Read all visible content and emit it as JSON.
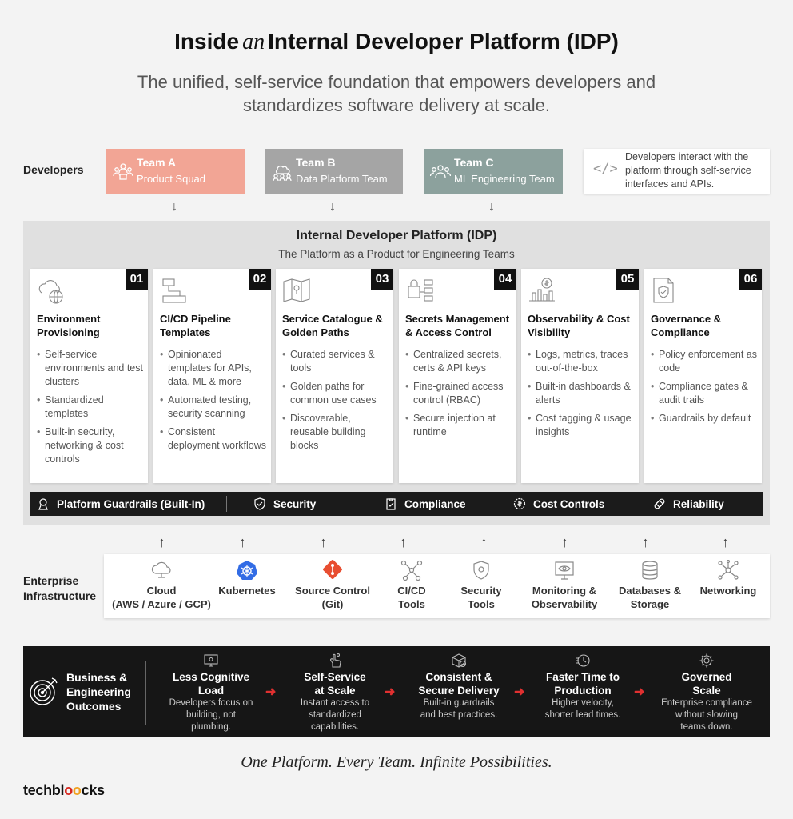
{
  "header": {
    "title_prefix": "Inside",
    "title_italic": "an",
    "title_suffix": "Internal Developer Platform (IDP)",
    "subtitle": "The unified, self-service foundation that empowers developers and standardizes software delivery at scale."
  },
  "developers": {
    "label": "Developers",
    "teams": [
      {
        "name": "Team A",
        "desc": "Product Squad",
        "icon": "team-icon",
        "color": "#f2a595"
      },
      {
        "name": "Team B",
        "desc": "Data Platform Team",
        "icon": "cloud-team-icon",
        "color": "#a5a5a5"
      },
      {
        "name": "Team C",
        "desc": "ML Engineering Team",
        "icon": "ml-team-icon",
        "color": "#8ca19d"
      }
    ],
    "note": "Developers interact with the platform through self-service interfaces and APIs.",
    "note_icon": "code-icon"
  },
  "platform": {
    "title": "Internal Developer Platform (IDP)",
    "subtitle": "The Platform as a Product for Engineering Teams",
    "cards": [
      {
        "num": "01",
        "icon": "cloud-globe-icon",
        "title": "Environment Provisioning",
        "bullets": [
          "Self-service environments and test clusters",
          "Standardized templates",
          "Built-in security, networking & cost controls"
        ]
      },
      {
        "num": "02",
        "icon": "pipeline-icon",
        "title": "CI/CD Pipeline Templates",
        "bullets": [
          "Opinionated templates for APIs, data, ML & more",
          "Automated testing, security scanning",
          "Consistent deployment workflows"
        ]
      },
      {
        "num": "03",
        "icon": "map-icon",
        "title": "Service Catalogue & Golden Paths",
        "bullets": [
          "Curated services & tools",
          "Golden paths for common use cases",
          "Discoverable, reusable building blocks"
        ]
      },
      {
        "num": "04",
        "icon": "lock-server-icon",
        "title": "Secrets Management & Access Control",
        "bullets": [
          "Centralized secrets, certs & API keys",
          "Fine-grained access control (RBAC)",
          "Secure injection at runtime"
        ]
      },
      {
        "num": "05",
        "icon": "dollar-chart-icon",
        "title": "Observability & Cost Visibility",
        "bullets": [
          "Logs, metrics, traces out-of-the-box",
          "Built-in dashboards & alerts",
          "Cost tagging & usage insights"
        ]
      },
      {
        "num": "06",
        "icon": "shield-doc-icon",
        "title": "Governance & Compliance",
        "bullets": [
          "Policy enforcement as code",
          "Compliance gates & audit trails",
          "Guardrails by default"
        ]
      }
    ],
    "guardrails": {
      "label": "Platform Guardrails (Built-In)",
      "items": [
        "Security",
        "Compliance",
        "Cost Controls",
        "Reliability"
      ]
    }
  },
  "infrastructure": {
    "label_line1": "Enterprise",
    "label_line2": "Infrastructure",
    "items": [
      {
        "line1": "Cloud",
        "line2": "(AWS / Azure / GCP)",
        "icon": "cloud-icon"
      },
      {
        "line1": "Kubernetes",
        "line2": "",
        "icon": "kubernetes-icon"
      },
      {
        "line1": "Source Control",
        "line2": "(Git)",
        "icon": "git-icon"
      },
      {
        "line1": "CI/CD",
        "line2": "Tools",
        "icon": "cicd-icon"
      },
      {
        "line1": "Security",
        "line2": "Tools",
        "icon": "security-shield-icon"
      },
      {
        "line1": "Monitoring &",
        "line2": "Observability",
        "icon": "monitor-eye-icon"
      },
      {
        "line1": "Databases &",
        "line2": "Storage",
        "icon": "database-icon"
      },
      {
        "line1": "Networking",
        "line2": "",
        "icon": "network-icon"
      }
    ]
  },
  "outcomes": {
    "label_line1": "Business &",
    "label_line2": "Engineering",
    "label_line3": "Outcomes",
    "items": [
      {
        "t1": "Less Cognitive",
        "t2": "Load",
        "d1": "Developers focus on",
        "d2": "building, not",
        "d3": "plumbing.",
        "icon": "monitor-icon"
      },
      {
        "t1": "Self-Service",
        "t2": "at Scale",
        "d1": "Instant access to",
        "d2": "standardized",
        "d3": "capabilities.",
        "icon": "hand-icon"
      },
      {
        "t1": "Consistent &",
        "t2": "Secure Delivery",
        "d1": "Built-in guardrails",
        "d2": "and best practices.",
        "d3": "",
        "icon": "box-check-icon"
      },
      {
        "t1": "Faster Time to",
        "t2": "Production",
        "d1": "Higher velocity,",
        "d2": "shorter lead times.",
        "d3": "",
        "icon": "clock-icon"
      },
      {
        "t1": "Governed",
        "t2": "Scale",
        "d1": "Enterprise compliance",
        "d2": "without slowing",
        "d3": "teams down.",
        "icon": "gear-icon"
      }
    ]
  },
  "footer": {
    "tagline": "One Platform. Every Team. Infinite Possibilities.",
    "logo_a": "techbl",
    "logo_b": "o",
    "logo_c": "o",
    "logo_d": "cks"
  },
  "colors": {
    "accent": "#e03030",
    "dark": "#161616"
  }
}
